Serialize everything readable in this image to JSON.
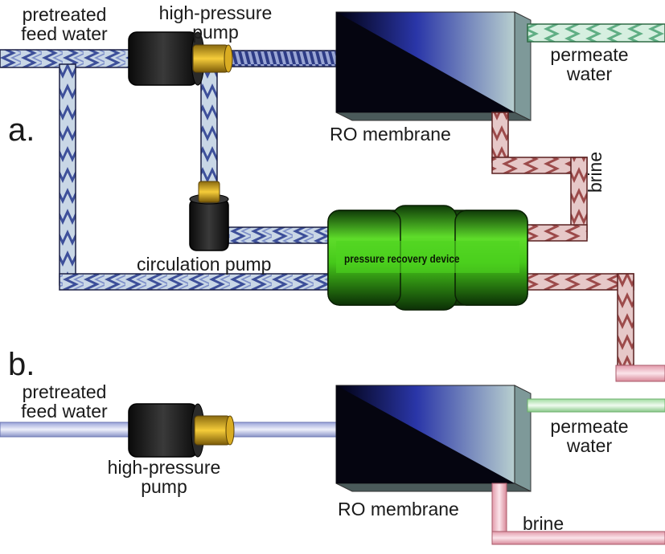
{
  "panel_a": {
    "panel_label": "a.",
    "feed_label_line1": "pretreated",
    "feed_label_line2": "feed water",
    "hp_pump_line1": "high-pressure",
    "hp_pump_line2": "pump",
    "permeate_line1": "permeate",
    "permeate_line2": "water",
    "ro_label": "RO membrane",
    "brine_label": "brine",
    "circ_pump_label": "circulation pump",
    "prd_label": "pressure recovery device"
  },
  "panel_b": {
    "panel_label": "b.",
    "feed_label_line1": "pretreated",
    "feed_label_line2": "feed water",
    "hp_pump_line1": "high-pressure",
    "hp_pump_line2": "pump",
    "permeate_line1": "permeate",
    "permeate_line2": "water",
    "ro_label": "RO membrane",
    "brine_label": "brine"
  },
  "colors": {
    "feed_pipe": "#5a6aa8",
    "brine_pipe": "#b56a6a",
    "permeate_pipe": "#7fbf99",
    "prd_body": "#3fcf1a",
    "pump_body": "#1e1e1e",
    "pump_coupling": "#e6b422",
    "membrane_dark": "#0a0a1a",
    "membrane_light": "#a8c4c4"
  }
}
